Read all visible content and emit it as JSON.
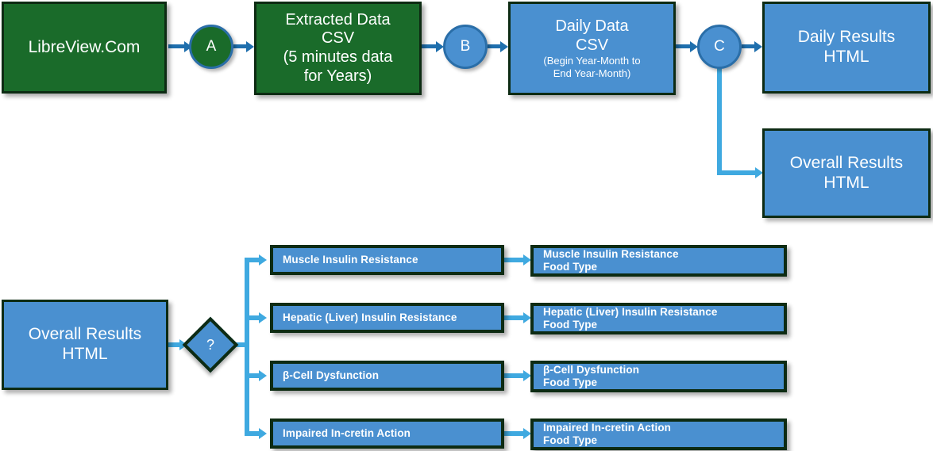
{
  "diagram": {
    "title": "LibreView data processing flowchart",
    "colors": {
      "green_fill": "#1a6b2a",
      "blue_fill": "#4a90d0",
      "border_dark": "#0d2b13",
      "connector_dark": "#1f6fad",
      "connector_light": "#3fa9e0",
      "circle_border": "#2a6ea8",
      "text": "#ffffff",
      "background": "#ffffff"
    }
  },
  "pipeline": {
    "source": {
      "label": "LibreView.Com"
    },
    "connector_a": {
      "label": "A"
    },
    "extracted": {
      "line1": "Extracted Data",
      "line2": "CSV",
      "line3": "(5 minutes data",
      "line4": "for Years)"
    },
    "connector_b": {
      "label": "B"
    },
    "daily_data": {
      "line1": "Daily Data",
      "line2": "CSV",
      "line3": "(Begin Year-Month to",
      "line4": "End Year-Month)"
    },
    "connector_c": {
      "label": "C"
    },
    "daily_results": {
      "line1": "Daily Results",
      "line2": "HTML"
    },
    "overall_results_top": {
      "line1": "Overall Results",
      "line2": "HTML"
    }
  },
  "breakdown": {
    "source": {
      "line1": "Overall Results",
      "line2": "HTML"
    },
    "decision": {
      "label": "?"
    },
    "categories": [
      {
        "name": "Muscle Insulin Resistance"
      },
      {
        "name": "Hepatic (Liver) Insulin Resistance"
      },
      {
        "name": "β-Cell Dysfunction"
      },
      {
        "name": "Impaired In-cretin Action"
      }
    ],
    "details": [
      {
        "line1": "Muscle Insulin Resistance",
        "line2": "Food Type"
      },
      {
        "line1": "Hepatic (Liver) Insulin Resistance",
        "line2": "Food Type"
      },
      {
        "line1": "β-Cell Dysfunction",
        "line2": "Food Type"
      },
      {
        "line1": "Impaired In-cretin Action",
        "line2": "Food Type"
      }
    ]
  }
}
